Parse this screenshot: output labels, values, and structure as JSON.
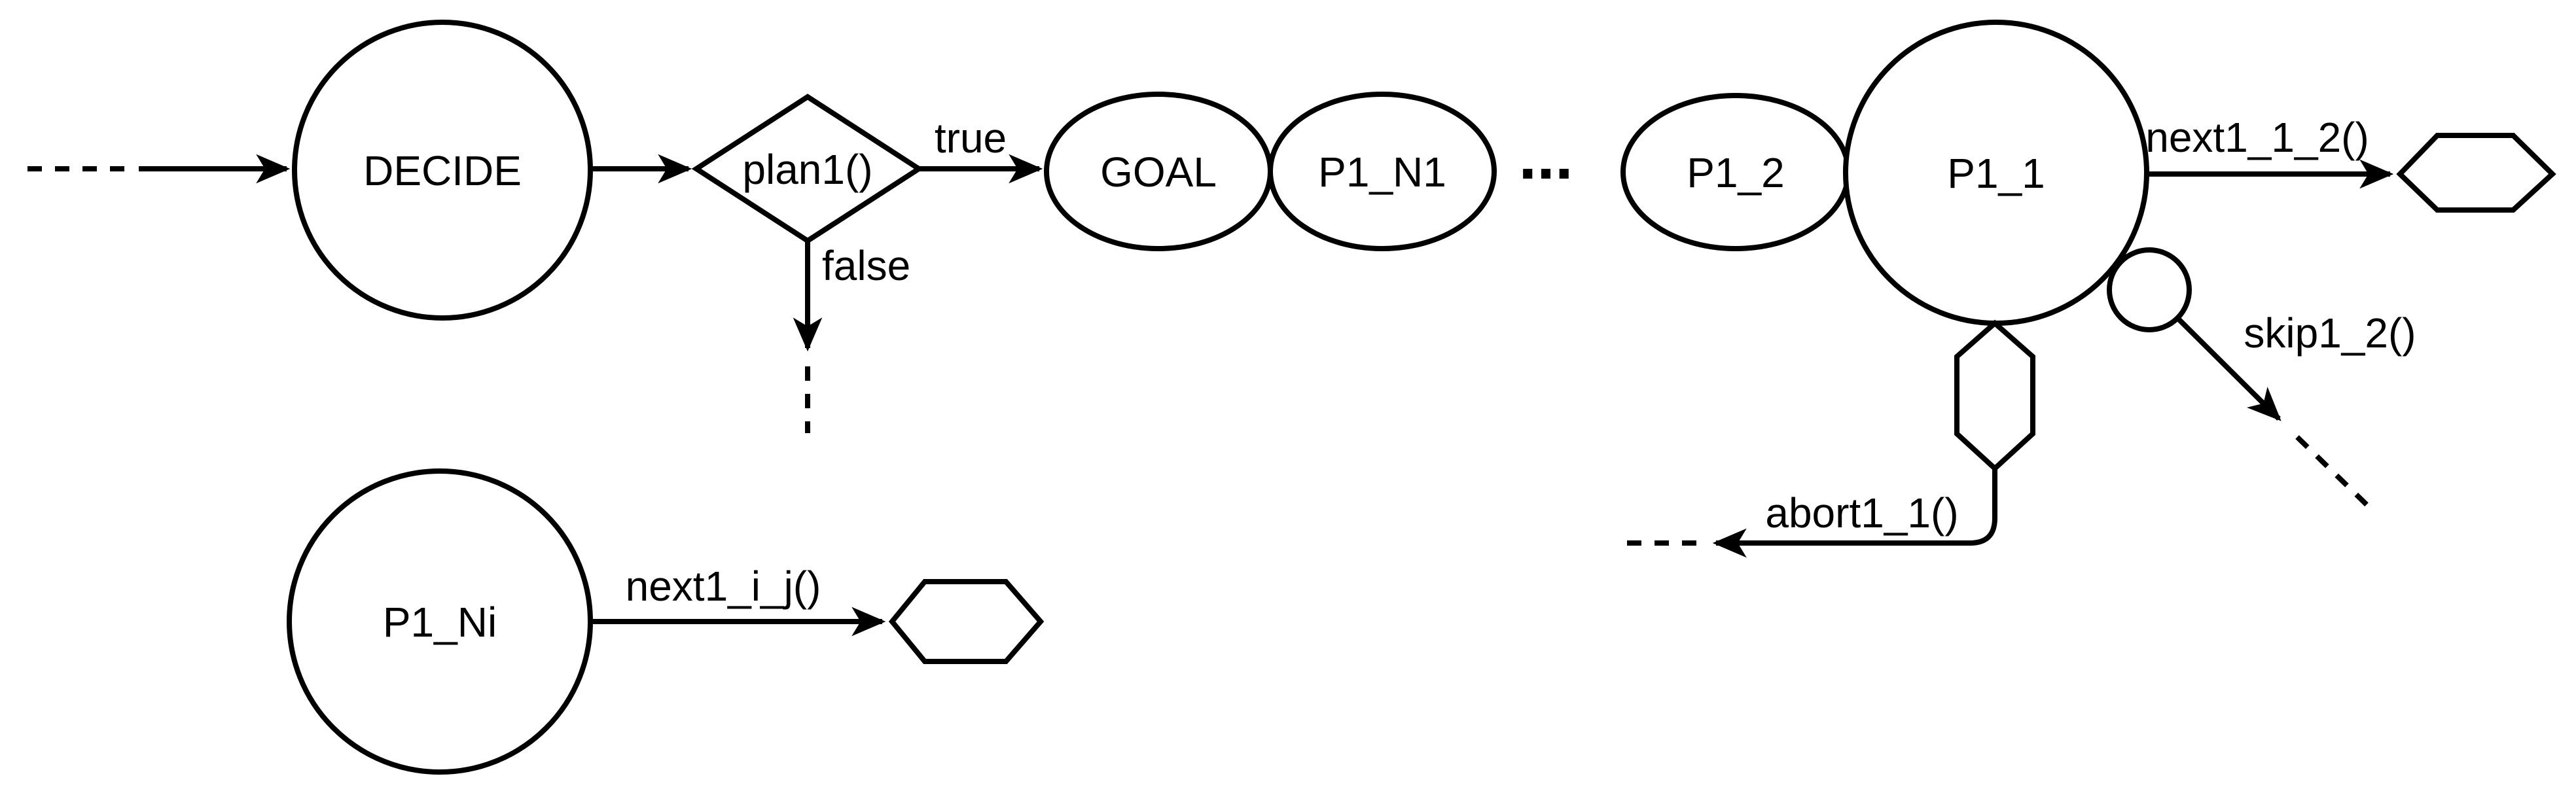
{
  "diagram": {
    "nodes": {
      "decide": {
        "label": "DECIDE",
        "shape": "circle"
      },
      "plan1": {
        "label": "plan1()",
        "shape": "diamond"
      },
      "goal": {
        "label": "GOAL",
        "shape": "ellipse"
      },
      "p1_n1": {
        "label": "P1_N1",
        "shape": "ellipse"
      },
      "ellipsis": {
        "label": "...",
        "shape": "text"
      },
      "p1_2": {
        "label": "P1_2",
        "shape": "ellipse"
      },
      "p1_1": {
        "label": "P1_1",
        "shape": "circle"
      },
      "junction": {
        "label": "",
        "shape": "small-circle"
      },
      "hex_next_1_2": {
        "label": "",
        "shape": "hexagon"
      },
      "hex_abort": {
        "label": "",
        "shape": "hexagon-vertical"
      },
      "p1_ni": {
        "label": "P1_Ni",
        "shape": "circle"
      },
      "hex_next_i_j": {
        "label": "",
        "shape": "hexagon"
      }
    },
    "edges": {
      "incoming": {
        "label": ""
      },
      "true": {
        "label": "true"
      },
      "false": {
        "label": "false"
      },
      "next1_1_2": {
        "label": "next1_1_2()"
      },
      "skip1_2": {
        "label": "skip1_2()"
      },
      "abort1_1": {
        "label": "abort1_1()"
      },
      "next1_i_j": {
        "label": "next1_i_j()"
      }
    },
    "colors": {
      "stroke": "#000000",
      "background": "#ffffff"
    }
  }
}
